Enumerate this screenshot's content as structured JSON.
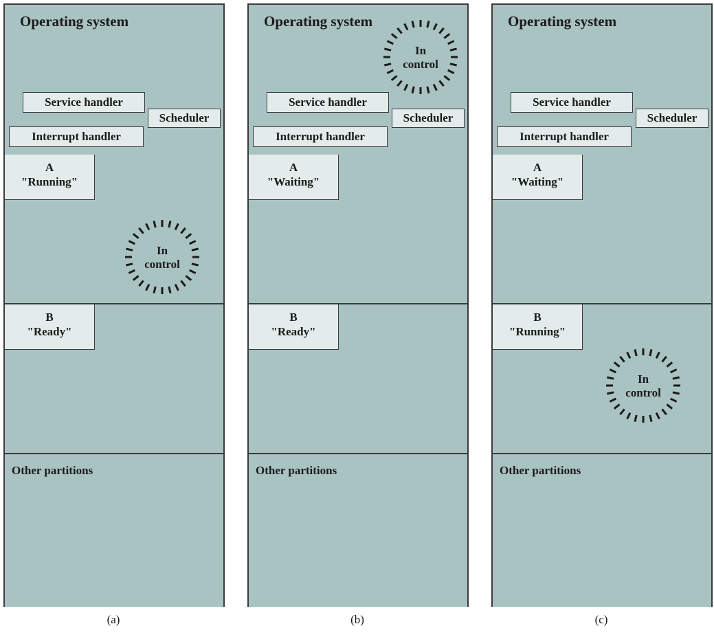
{
  "panels": [
    {
      "os_title": "Operating system",
      "service_handler": "Service handler",
      "scheduler": "Scheduler",
      "interrupt_handler": "Interrupt handler",
      "process_a": {
        "name": "A",
        "state": "\"Running\""
      },
      "process_b": {
        "name": "B",
        "state": "\"Ready\""
      },
      "other": "Other partitions",
      "in_control_region": "A",
      "in_control_label": {
        "line1": "In",
        "line2": "control"
      },
      "caption": "(a)"
    },
    {
      "os_title": "Operating system",
      "service_handler": "Service handler",
      "scheduler": "Scheduler",
      "interrupt_handler": "Interrupt handler",
      "process_a": {
        "name": "A",
        "state": "\"Waiting\""
      },
      "process_b": {
        "name": "B",
        "state": "\"Ready\""
      },
      "other": "Other partitions",
      "in_control_region": "Operating system",
      "in_control_label": {
        "line1": "In",
        "line2": "control"
      },
      "caption": "(b)"
    },
    {
      "os_title": "Operating system",
      "service_handler": "Service handler",
      "scheduler": "Scheduler",
      "interrupt_handler": "Interrupt handler",
      "process_a": {
        "name": "A",
        "state": "\"Waiting\""
      },
      "process_b": {
        "name": "B",
        "state": "\"Running\""
      },
      "other": "Other partitions",
      "in_control_region": "B",
      "in_control_label": {
        "line1": "In",
        "line2": "control"
      },
      "caption": "(c)"
    }
  ],
  "colors": {
    "partition_fill": "#a9c3c2",
    "box_fill": "#e3ecea",
    "outline": "#3a3a3a"
  }
}
